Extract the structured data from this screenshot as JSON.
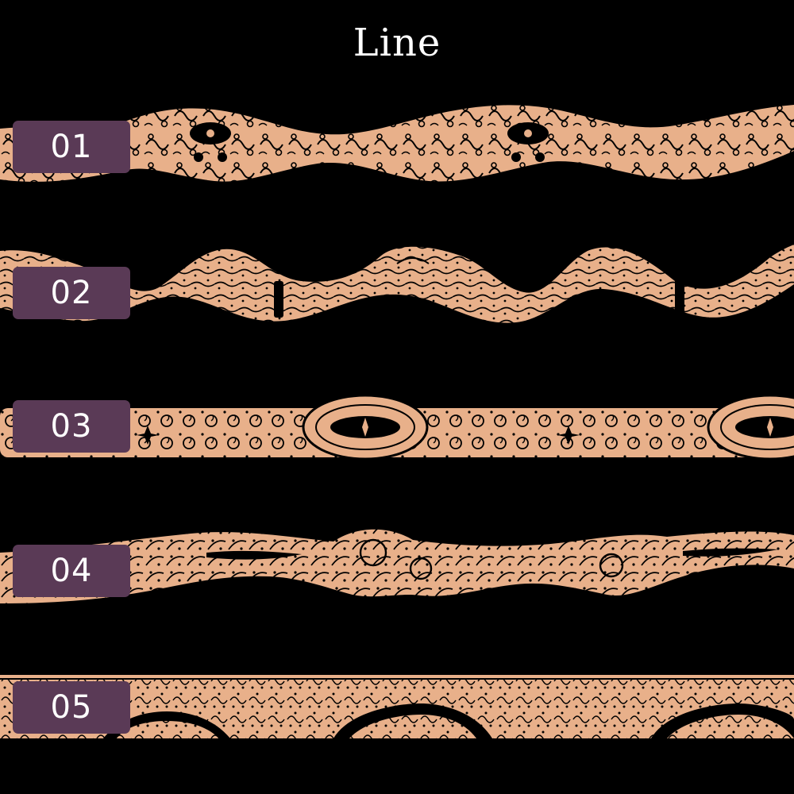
{
  "title": "Line",
  "accent_color": "#e8b08a",
  "badge_color": "#5a3a56",
  "borders": [
    {
      "label": "01",
      "style": "scroll-crest"
    },
    {
      "label": "02",
      "style": "wavy-ribbon"
    },
    {
      "label": "03",
      "style": "cartouche-chain"
    },
    {
      "label": "04",
      "style": "leaf-garland"
    },
    {
      "label": "05",
      "style": "filigree-arches"
    }
  ]
}
